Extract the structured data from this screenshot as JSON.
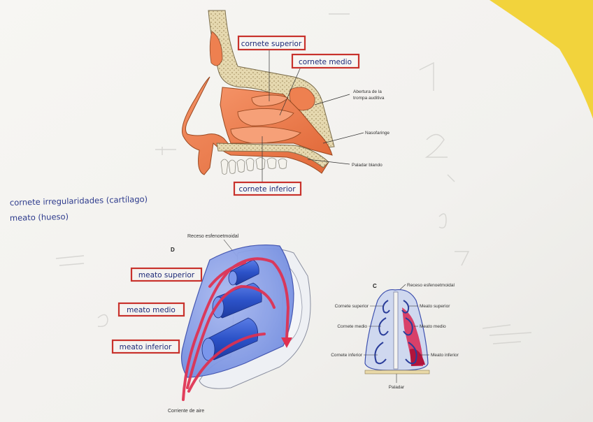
{
  "top_figure": {
    "labels": {
      "superior": "cornete superior",
      "medio": "cornete medio",
      "inferior": "cornete inferior"
    },
    "callouts": {
      "trompa_line1": "Abertura de la",
      "trompa_line2": "trompa auditiva",
      "nasofaringe": "Nasofaringe",
      "paladar": "Paladar blando"
    }
  },
  "handwritten_notes": {
    "line1": "cornete irregularidades (cartílago)",
    "line2": "meato (hueso)"
  },
  "figure_d": {
    "letter": "D",
    "caption_top": "Receso esfenoetmoidal",
    "caption_bottom": "Corriente de aire",
    "labels": {
      "meato_superior": "meato superior",
      "meato_medio": "meato medio",
      "meato_inferior": "meato inferior"
    }
  },
  "figure_c": {
    "letter": "C",
    "receso": "Receso esfenoetmoidal",
    "left_labels": {
      "superior": "Cornete superior",
      "medio": "Cornete medio",
      "inferior": "Cornete inferior"
    },
    "right_labels": {
      "superior": "Meato superior",
      "medio": "Meato medio",
      "inferior": "Meato inferior"
    },
    "paladar": "Paladar"
  },
  "colors": {
    "paper": "#f5f4f1",
    "flesh": "#ee8050",
    "highlight_box": "#c8322c",
    "pen": "#2c3a8c",
    "yellow": "#f2d33c",
    "airflow": "#e03050"
  }
}
